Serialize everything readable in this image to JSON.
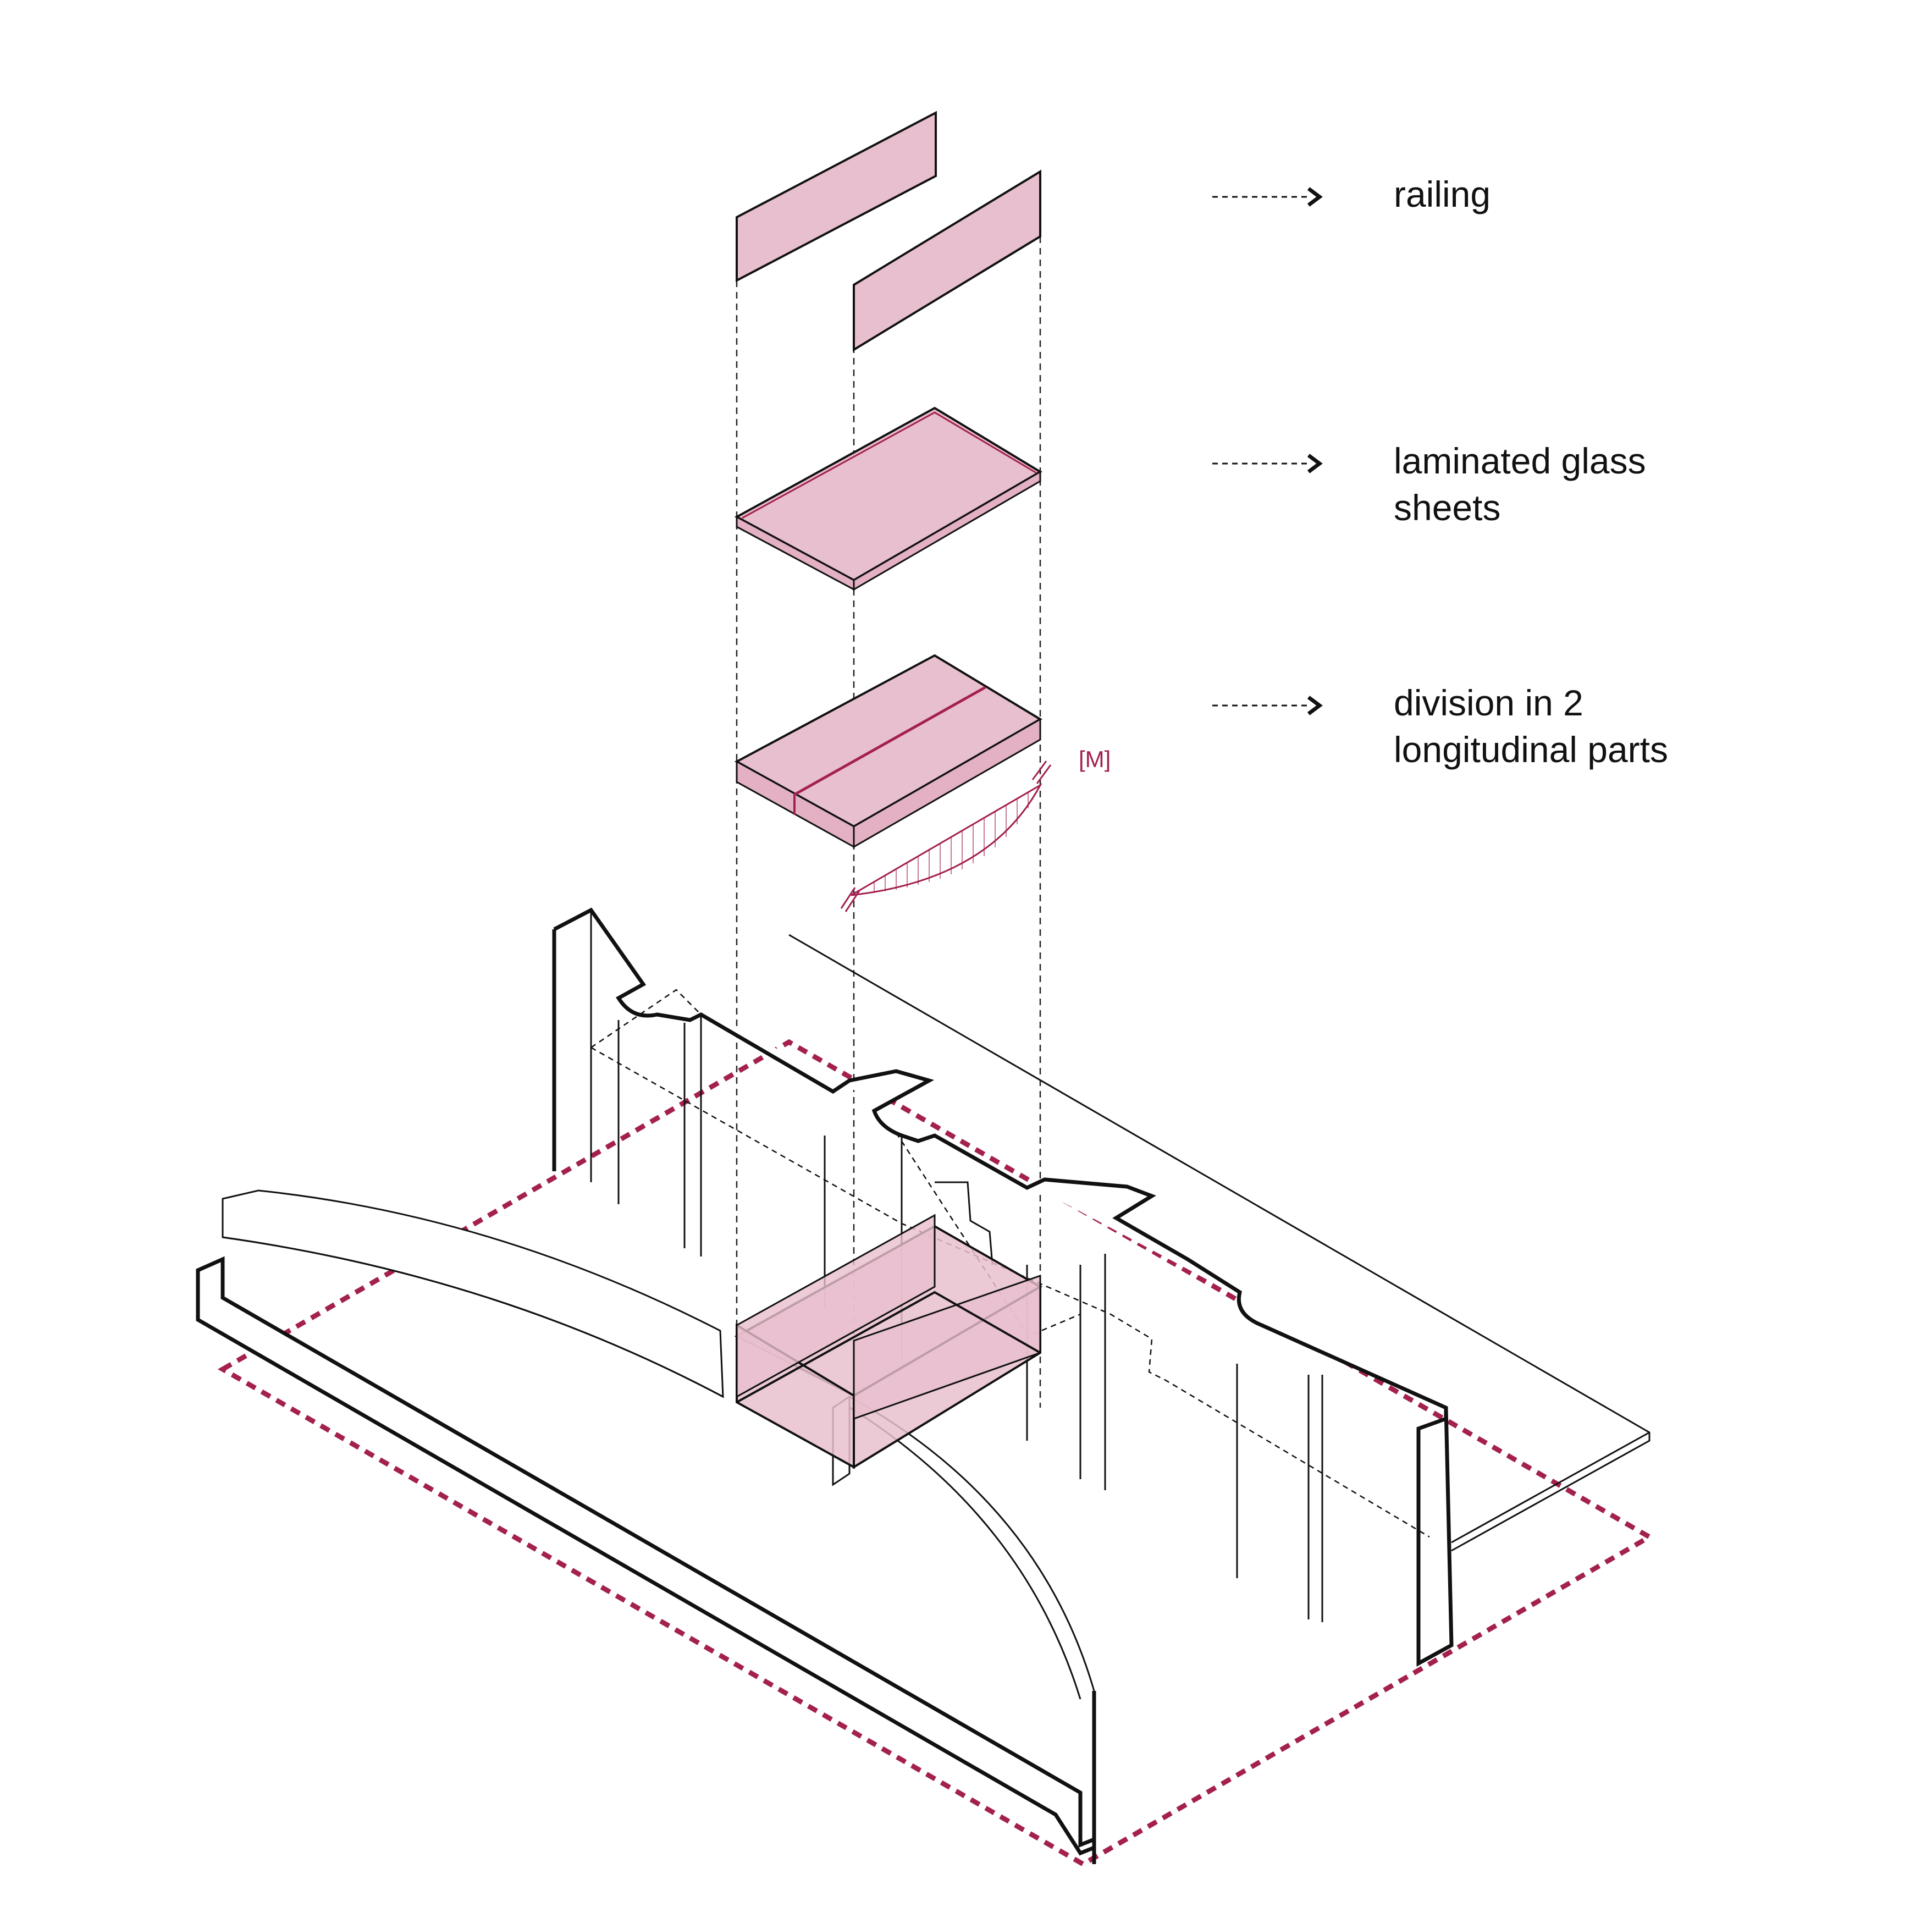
{
  "diagram": {
    "accent_color": "#a3204f",
    "fill_color": "#e8bfce",
    "line_color": "#111111"
  },
  "labels": {
    "railing": "railing",
    "glass_line1": "laminated glass",
    "glass_line2": "sheets",
    "division_line1": "division in 2",
    "division_line2": "longitudinal parts",
    "moment_marker": "[M]"
  },
  "icons": {
    "leader": "dashed-arrow-icon"
  }
}
